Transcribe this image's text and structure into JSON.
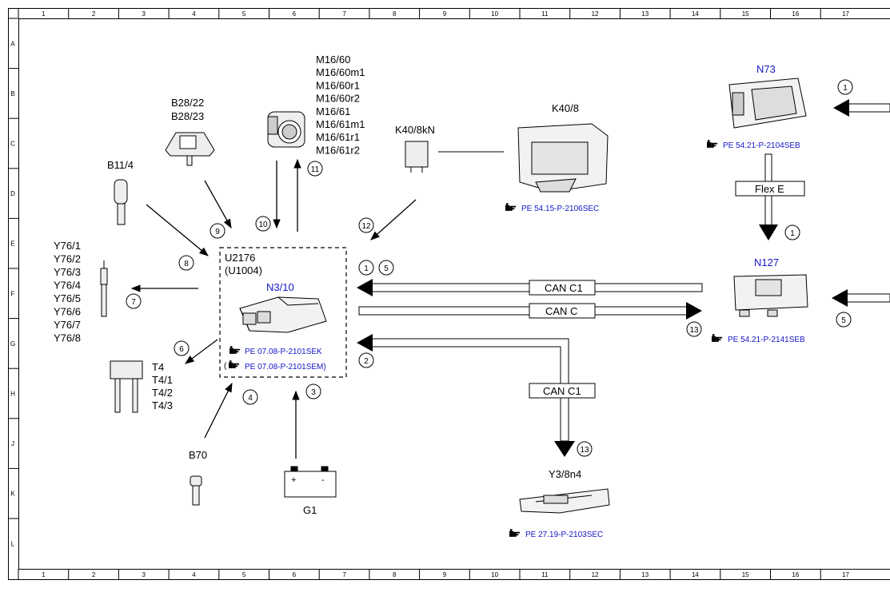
{
  "grid": {
    "columns": [
      "1",
      "2",
      "3",
      "4",
      "5",
      "6",
      "7",
      "8",
      "9",
      "10",
      "11",
      "12",
      "13",
      "14",
      "15",
      "16",
      "17"
    ],
    "rows": [
      "A",
      "B",
      "C",
      "D",
      "E",
      "F",
      "G",
      "H",
      "J",
      "K",
      "L"
    ]
  },
  "colors": {
    "blue": "#1515c8",
    "black": "#000000",
    "bus_fill": "#ffffff"
  },
  "ecu": {
    "code": "U2176",
    "code_alt": "(U1004)",
    "name": "N3/10",
    "ref1": "PE 07.08-P-2101SEK",
    "ref2_open": "(",
    "ref2": "PE 07.08-P-2101SEM)"
  },
  "components": {
    "m16": [
      "M16/60",
      "M16/60m1",
      "M16/60r1",
      "M16/60r2",
      "M16/61",
      "M16/61m1",
      "M16/61r1",
      "M16/61r2"
    ],
    "b28": [
      "B28/22",
      "B28/23"
    ],
    "b11": "B11/4",
    "y76": [
      "Y76/1",
      "Y76/2",
      "Y76/3",
      "Y76/4",
      "Y76/5",
      "Y76/6",
      "Y76/7",
      "Y76/8"
    ],
    "t4": [
      "T4",
      "T4/1",
      "T4/2",
      "T4/3"
    ],
    "b70": "B70",
    "g1": "G1",
    "battery_plus": "+",
    "battery_minus": "-",
    "k40kn": "K40/8kN",
    "k40": "K40/8",
    "k40_ref": "PE 54.15-P-2106SEC",
    "n73": "N73",
    "n73_ref": "PE 54.21-P-2104SEB",
    "n127": "N127",
    "n127_ref": "PE 54.21-P-2141SEB",
    "y3": "Y3/8n4",
    "y3_ref": "PE 27.19-P-2103SEC"
  },
  "buses": {
    "flex_e": "Flex E",
    "can_c1_top": "CAN C1",
    "can_c": "CAN C",
    "can_c1_down": "CAN C1"
  },
  "markers": {
    "m1_ecu": "1",
    "m5_ecu": "5",
    "m2": "2",
    "m3": "3",
    "m4": "4",
    "m6": "6",
    "m7": "7",
    "m8": "8",
    "m9": "9",
    "m10": "10",
    "m11": "11",
    "m12": "12",
    "m13_n127": "13",
    "m13_y3": "13",
    "m1_n73": "1",
    "m1_flex": "1",
    "m5_n127": "5"
  }
}
